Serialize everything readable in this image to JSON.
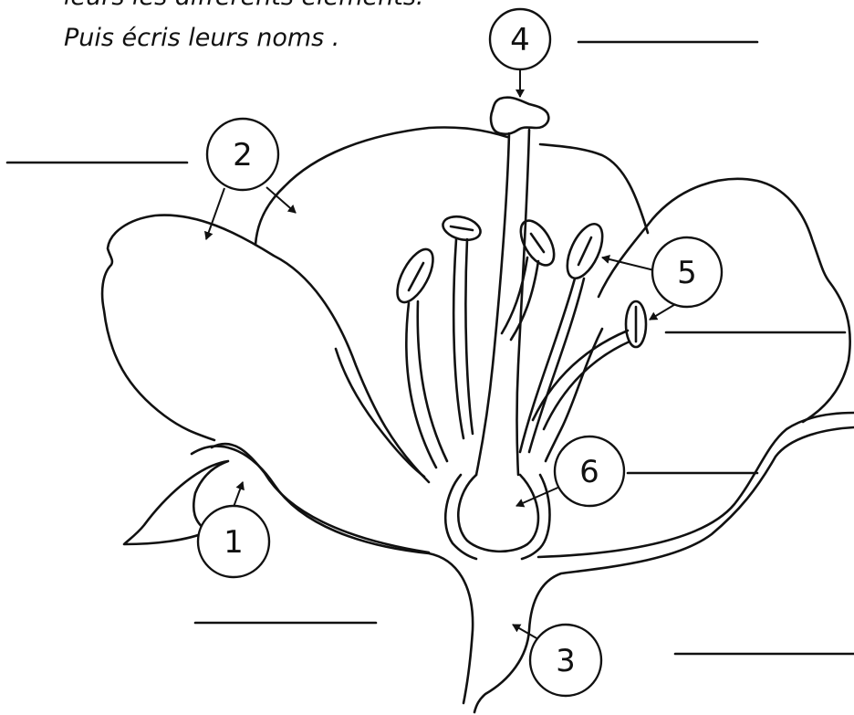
{
  "instructions": {
    "line1": "leurs les différents éléments.",
    "line2": "Puis écris leurs noms  ."
  },
  "labels": [
    "1",
    "2",
    "3",
    "4",
    "5",
    "6"
  ]
}
